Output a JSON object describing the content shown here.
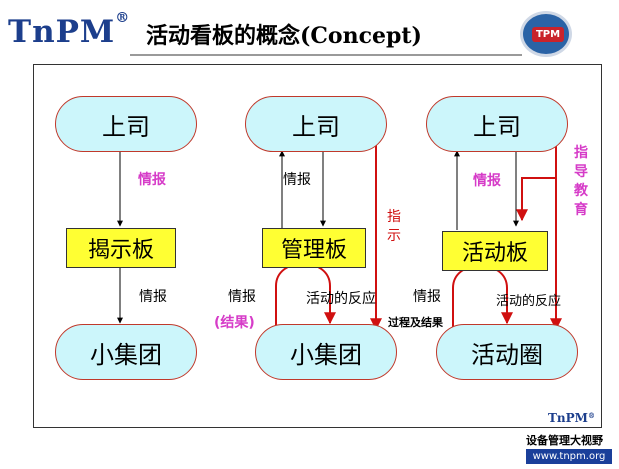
{
  "header": {
    "logo_text": "TnPM",
    "logo_mark": "®",
    "title": "活动看板的概念(Concept)",
    "badge_text": "TPM"
  },
  "diagram": {
    "col1": {
      "top": "上司",
      "board": "揭示板",
      "bottom": "小集团",
      "info_up": "情报",
      "info_down": "情报"
    },
    "col2": {
      "top": "上司",
      "board": "管理板",
      "bottom": "小集团",
      "info": "情报",
      "instruct": "指示",
      "info_left": "情报",
      "result": "(结果)",
      "reaction": "活动的反应",
      "process": "过程及结果"
    },
    "col3": {
      "top": "上司",
      "board": "活动板",
      "bottom": "活动圈",
      "info": "情报",
      "guide": "指导教育",
      "info_left": "情报",
      "reaction": "活动的反应"
    }
  },
  "footer": {
    "logo_text": "TnPM",
    "logo_mark": "®",
    "title": "设备管理大视野",
    "url": "www.tnpm.org"
  }
}
